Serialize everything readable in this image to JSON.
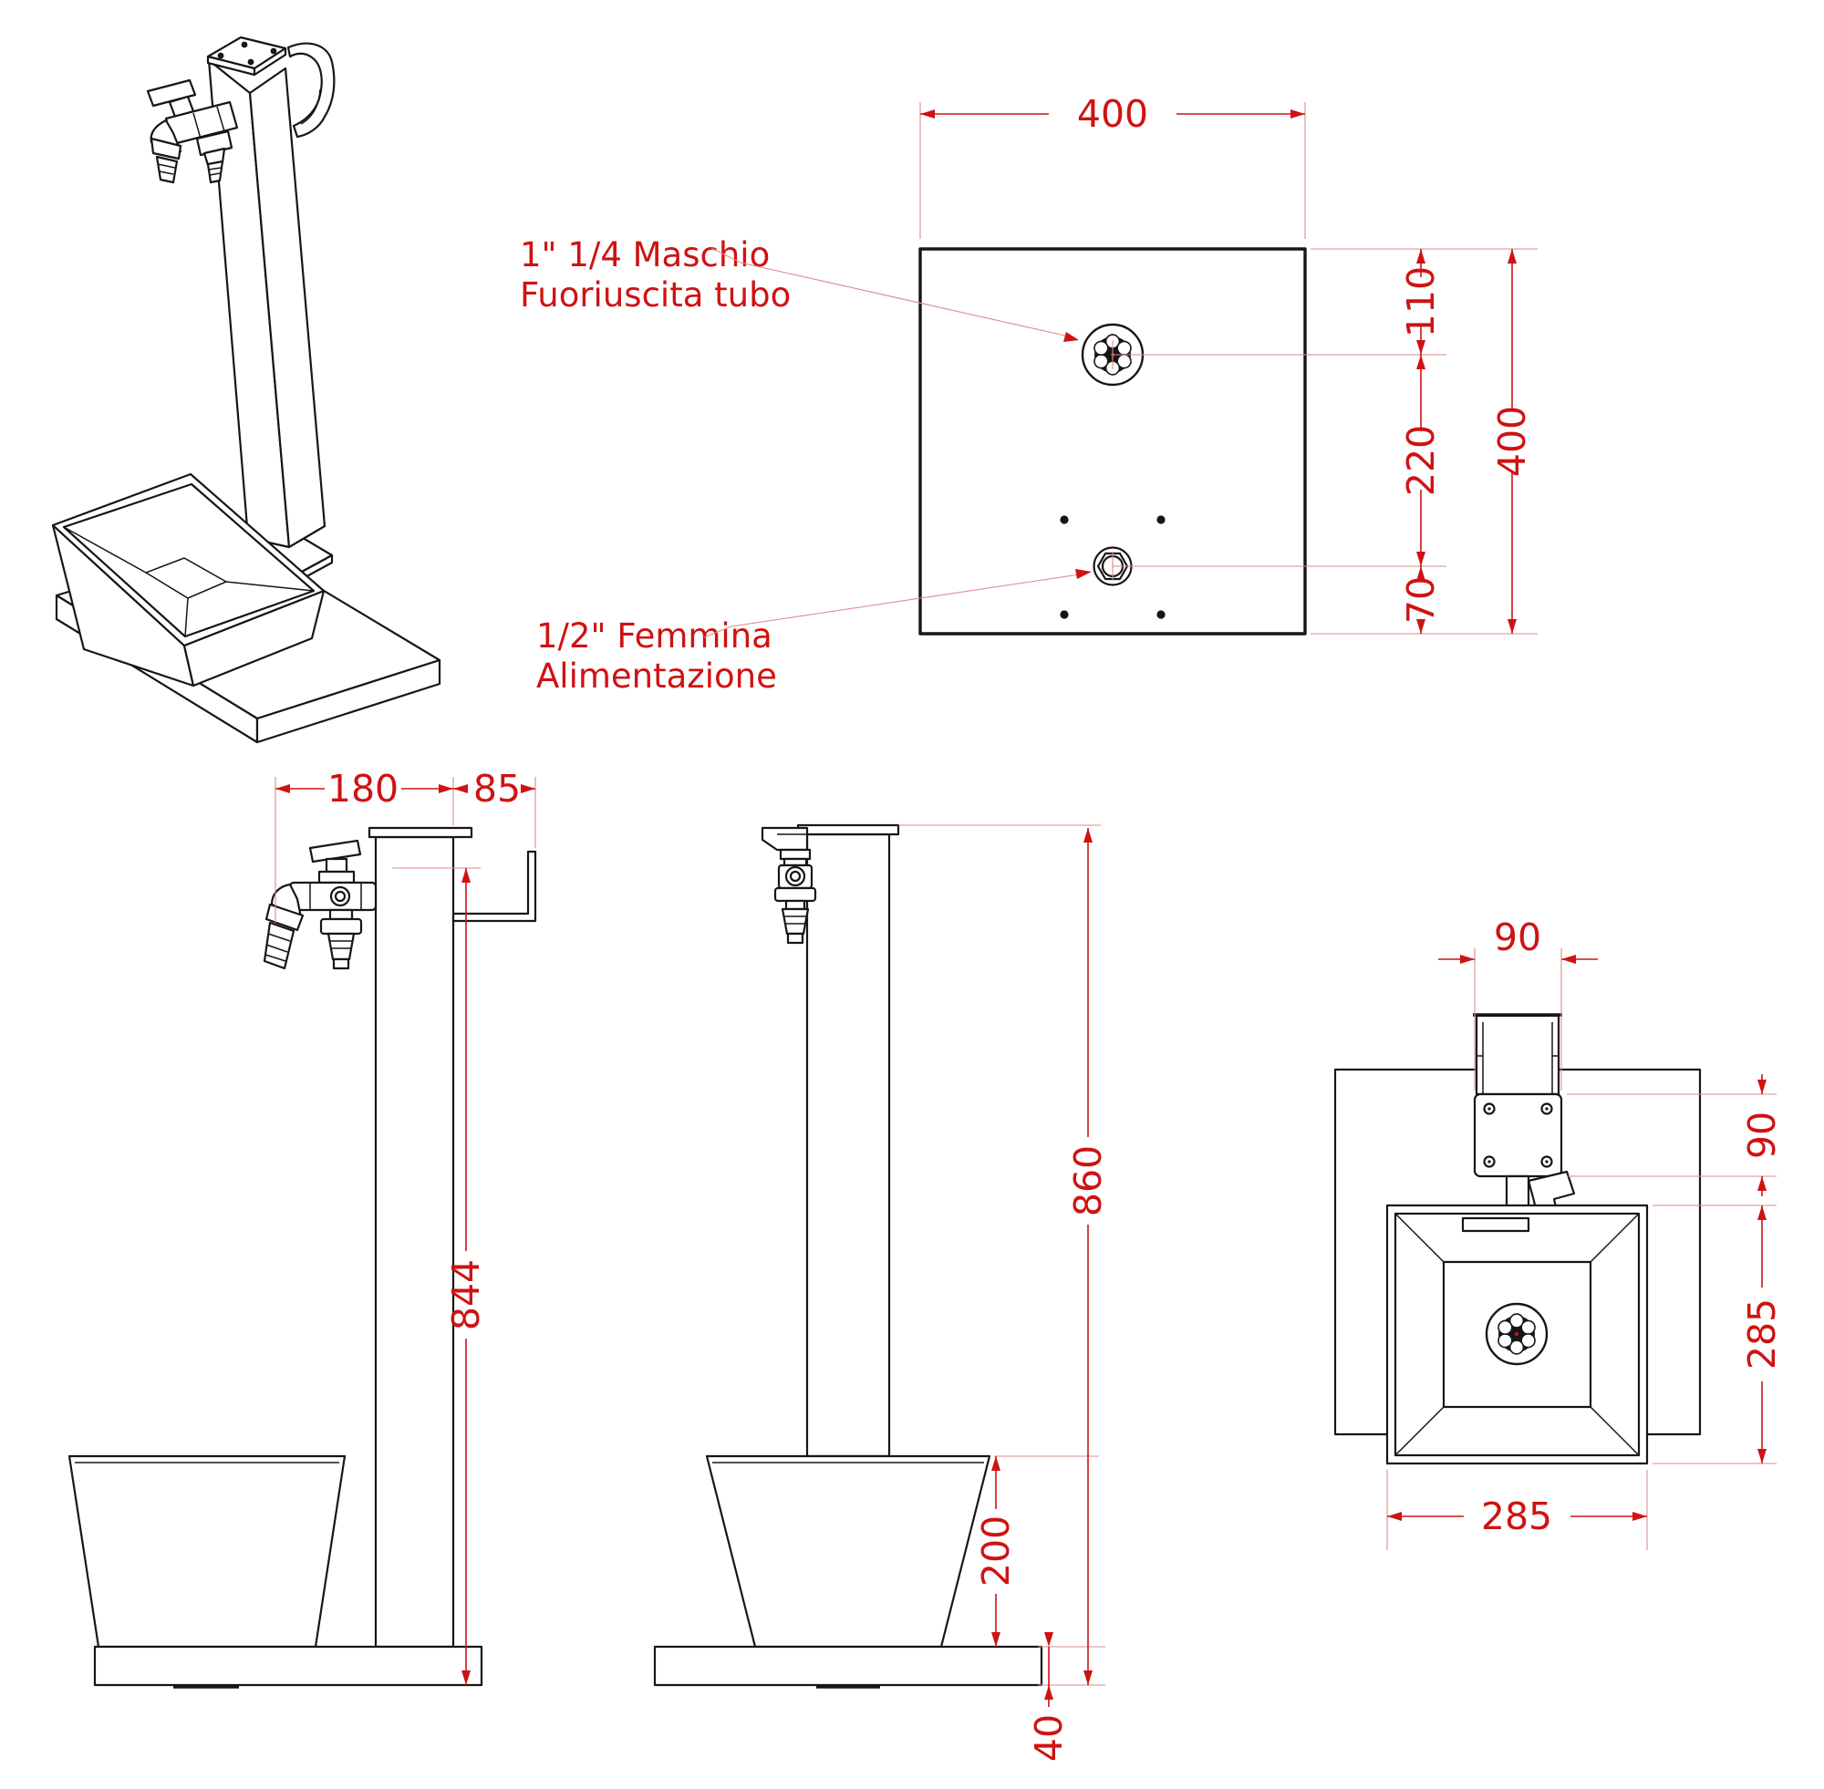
{
  "colors": {
    "line": "#161616",
    "dimension_red": "#cf1212"
  },
  "annotations": {
    "outlet": {
      "line1": "1\" 1/4 Maschio",
      "line2": "Fuoriuscita tubo"
    },
    "inlet": {
      "line1": "1/2\" Femmina",
      "line2": "Alimentazione"
    }
  },
  "dims": {
    "base_width": "400",
    "base_height": "400",
    "drain_from_top": "110",
    "drain_to_inlet": "220",
    "inlet_to_bottom": "70",
    "tap_reach": "180",
    "hook_width": "85",
    "tap_height": "844",
    "total_height": "860",
    "bucket_height": "200",
    "base_thickness": "40",
    "post_width": "90",
    "plate_depth": "90",
    "basin_depth": "285",
    "basin_width": "285"
  }
}
